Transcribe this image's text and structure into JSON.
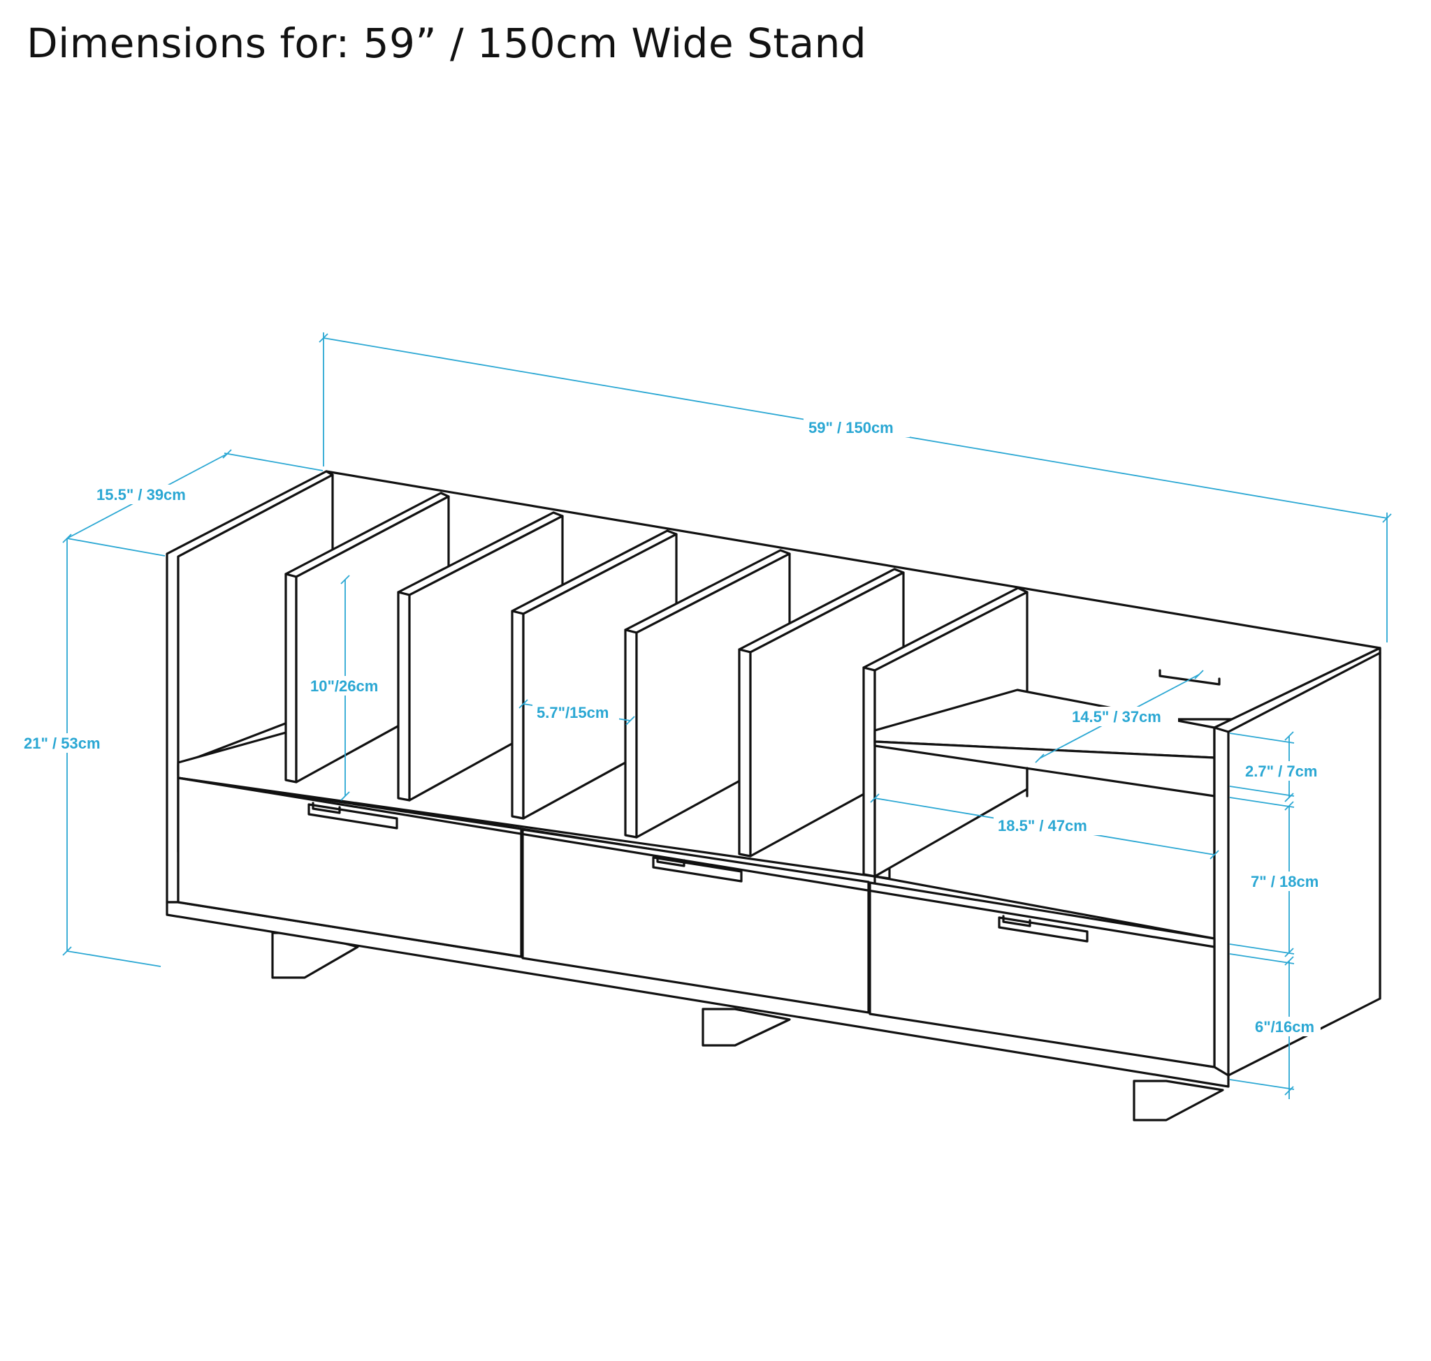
{
  "title": "Dimensions for: 59” / 150cm Wide Stand",
  "dimension_color": "#2aa7d3",
  "line_color": "#111111",
  "dimensions": {
    "overall_width": "59\" / 150cm",
    "depth": "15.5\" / 39cm",
    "overall_height": "21\" / 53cm",
    "divider_height": "10\"/26cm",
    "divider_spacing": "5.7\"/15cm",
    "shelf_depth": "14.5\" / 37cm",
    "top_gap": "2.7\" / 7cm",
    "shelf_width": "18.5\" / 47cm",
    "shelf_opening_height": "7\" / 18cm",
    "drawer_height": "6\"/16cm"
  }
}
